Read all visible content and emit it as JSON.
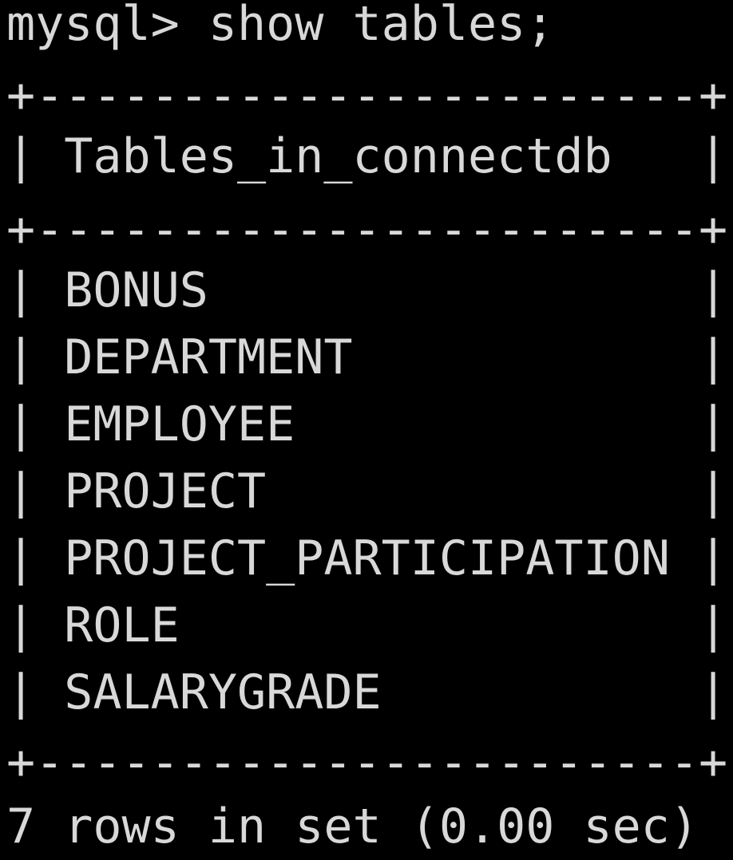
{
  "terminal": {
    "prompt": "mysql>",
    "command": "show tables;",
    "table": {
      "border": "+-----------------------+",
      "header": "Tables_in_connectdb",
      "rows": [
        "BONUS",
        "DEPARTMENT",
        "EMPLOYEE",
        "PROJECT",
        "PROJECT_PARTICIPATION",
        "ROLE",
        "SALARYGRADE"
      ]
    },
    "summary": "7 rows in set (0.00 sec)"
  },
  "colors": {
    "background": "#000000",
    "text": "#d8d8d8"
  }
}
